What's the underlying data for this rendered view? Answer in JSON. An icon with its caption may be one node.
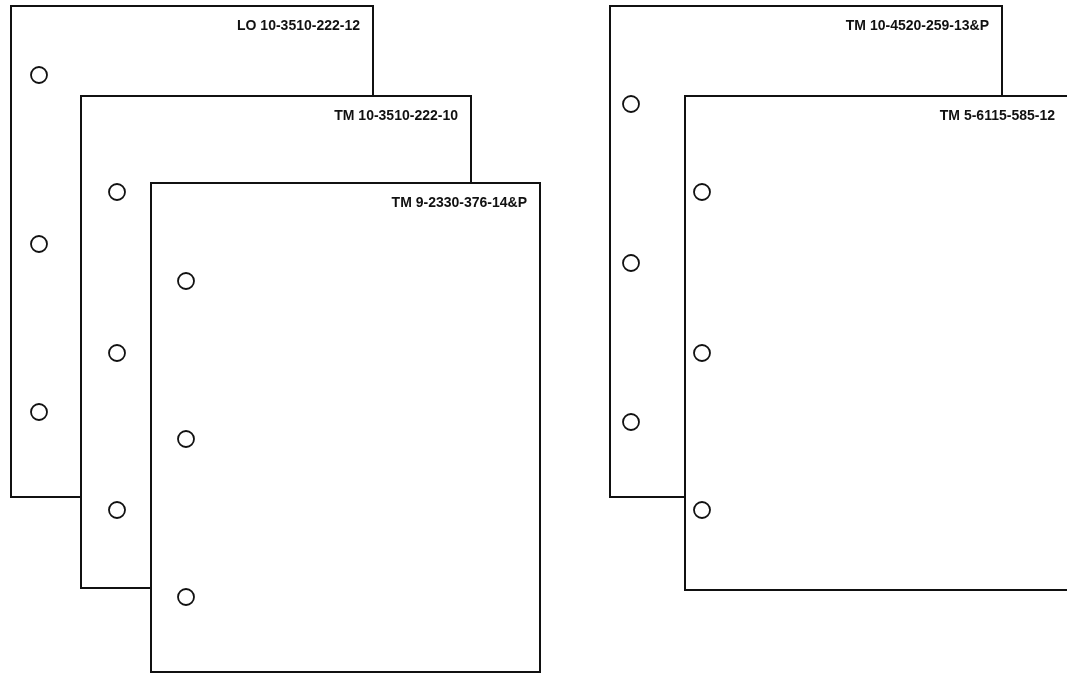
{
  "diagram": {
    "nodes": [
      {
        "text": [
          "LO 10-3510-222-12"
        ]
      },
      {
        "text": [
          "TM 10-3510-222-10"
        ]
      },
      {
        "text": [
          "TM 9-2330-376-14&P"
        ]
      },
      {
        "text": [
          "TM 10-4520-259-13&P"
        ]
      },
      {
        "text": [
          "TM 5-6115-585-12"
        ]
      }
    ]
  }
}
